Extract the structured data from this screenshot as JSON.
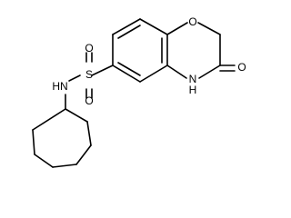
{
  "molecule": {
    "atoms": {
      "oxygen_ring": "O",
      "nh_ring": "H",
      "nh_ring_n": "N",
      "carbonyl_o": "O",
      "sulfur": "S",
      "sulfonyl_o_top": "O",
      "sulfonyl_o_bottom": "O",
      "sulfonamide_nh": "HN"
    }
  },
  "colors": {
    "bond": "#000000",
    "background": "#ffffff"
  }
}
